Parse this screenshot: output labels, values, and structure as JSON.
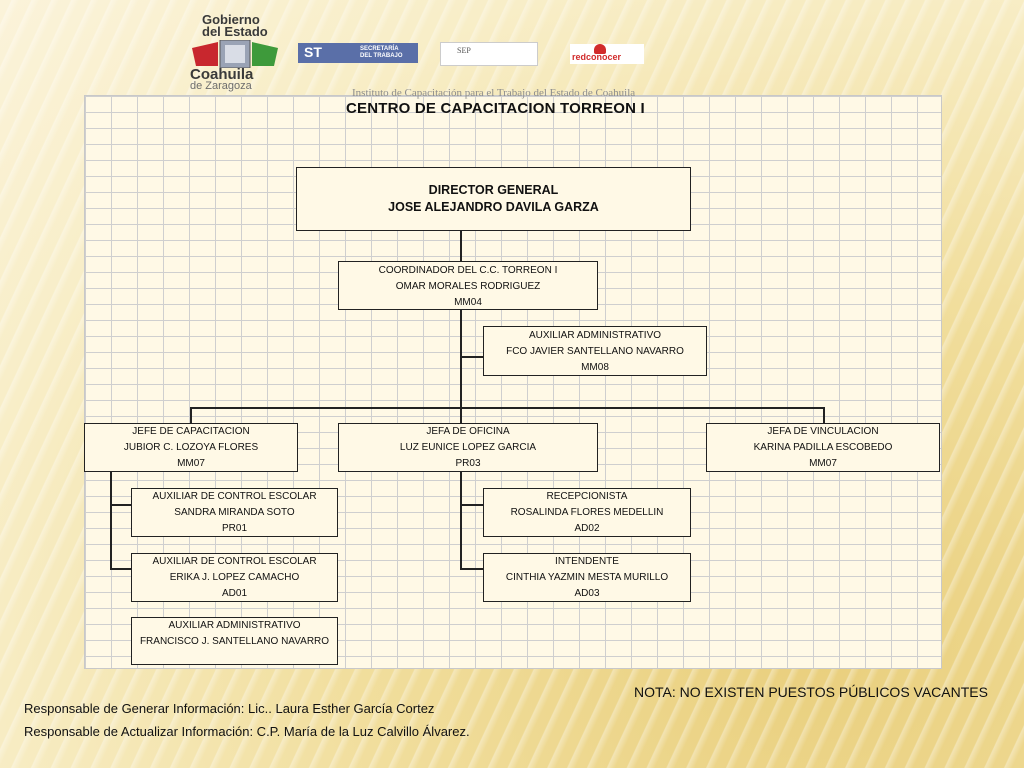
{
  "logos": {
    "coahuila_line1": "Gobierno",
    "coahuila_line2": "del Estado",
    "coahuila_line3": "Coahuila",
    "coahuila_line4": "de Zaragoza",
    "st_abbrev": "ST",
    "st_line1": "SECRETARÍA",
    "st_line2": "DEL TRABAJO",
    "sep": "SEP",
    "red": "redconocer"
  },
  "institute": "Instituto de Capacitación para el Trabajo del Estado de Coahuila",
  "title": "CENTRO DE CAPACITACION TORREON I",
  "nodes": {
    "director": {
      "role": "DIRECTOR GENERAL",
      "name": "JOSE ALEJANDRO DAVILA GARZA"
    },
    "coordinador": {
      "role": "COORDINADOR DEL C.C. TORREON I",
      "name": "OMAR MORALES RODRIGUEZ",
      "code": "MM04"
    },
    "aux_admin_1": {
      "role": "AUXILIAR ADMINISTRATIVO",
      "name": "FCO JAVIER SANTELLANO NAVARRO",
      "code": "MM08"
    },
    "jefe_capacitacion": {
      "role": "JEFE DE CAPACITACION",
      "name": "JUBIOR C. LOZOYA FLORES",
      "code": "MM07"
    },
    "jefa_oficina": {
      "role": "JEFA DE OFICINA",
      "name": "LUZ EUNICE LOPEZ GARCIA",
      "code": "PR03"
    },
    "jefa_vinculacion": {
      "role": "JEFA DE VINCULACION",
      "name": "KARINA PADILLA ESCOBEDO",
      "code": "MM07"
    },
    "aux_escolar_1": {
      "role": "AUXILIAR DE CONTROL ESCOLAR",
      "name": "SANDRA MIRANDA SOTO",
      "code": "PR01"
    },
    "aux_escolar_2": {
      "role": "AUXILIAR DE CONTROL ESCOLAR",
      "name": "ERIKA J. LOPEZ CAMACHO",
      "code": "AD01"
    },
    "aux_admin_2": {
      "role": "AUXILIAR ADMINISTRATIVO",
      "name": "FRANCISCO J. SANTELLANO NAVARRO"
    },
    "recepcionista": {
      "role": "RECEPCIONISTA",
      "name": "ROSALINDA FLORES MEDELLIN",
      "code": "AD02"
    },
    "intendente": {
      "role": "INTENDENTE",
      "name": "CINTHIA YAZMIN MESTA MURILLO",
      "code": "AD03"
    }
  },
  "nota": "NOTA: NO EXISTEN PUESTOS PÚBLICOS VACANTES",
  "footer": {
    "line1": "Responsable de Generar Información: Lic.. Laura Esther García Cortez",
    "line2": "Responsable de Actualizar Información: C.P. María de la Luz Calvillo Álvarez."
  }
}
